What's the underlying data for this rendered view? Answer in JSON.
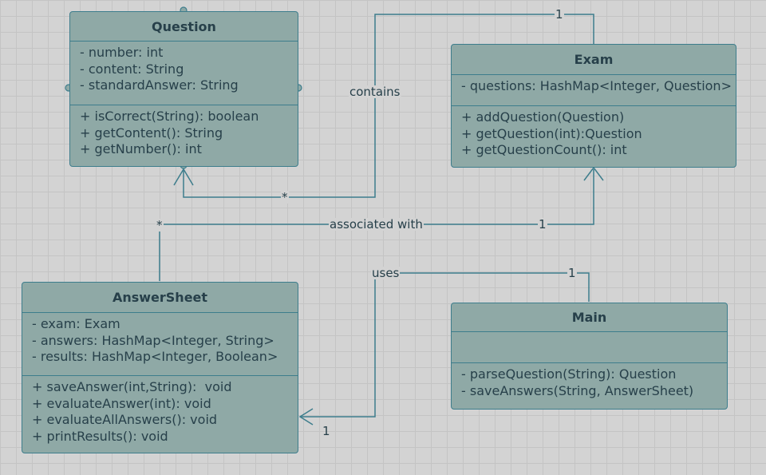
{
  "classes": {
    "question": {
      "name": "Question",
      "attributes": [
        "- number: int",
        "- content: String",
        "- standardAnswer: String"
      ],
      "methods": [
        "+ isCorrect(String): boolean",
        "+ getContent(): String",
        "+ getNumber(): int"
      ]
    },
    "exam": {
      "name": "Exam",
      "attributes": [
        "- questions: HashMap<Integer, Question>"
      ],
      "methods": [
        "+ addQuestion(Question)",
        "+ getQuestion(int):Question",
        "+ getQuestionCount(): int"
      ]
    },
    "answersheet": {
      "name": "AnswerSheet",
      "attributes": [
        "- exam: Exam",
        "- answers: HashMap<Integer, String>",
        "- results: HashMap<Integer, Boolean>"
      ],
      "methods": [
        "+ saveAnswer(int,String):  void",
        "+ evaluateAnswer(int): void",
        "+ evaluateAllAnswers(): void",
        "+ printResults(): void"
      ]
    },
    "main": {
      "name": "Main",
      "attributes": [],
      "methods": [
        "- parseQuestion(String): Question",
        "- saveAnswers(String, AnswerSheet)"
      ]
    }
  },
  "relations": {
    "contains": {
      "label": "contains",
      "mult_exam": "1",
      "mult_question": "*"
    },
    "associated": {
      "label": "associated with",
      "mult_answersheet": "*",
      "mult_exam": "1"
    },
    "uses": {
      "label": "uses",
      "mult_main": "1",
      "mult_answersheet": "1"
    }
  },
  "colors": {
    "class_fill": "#8fa9a6",
    "class_border": "#3d7d8c",
    "connector": "#3d7d8c",
    "text": "#27404a",
    "background": "#d3d3d3"
  }
}
